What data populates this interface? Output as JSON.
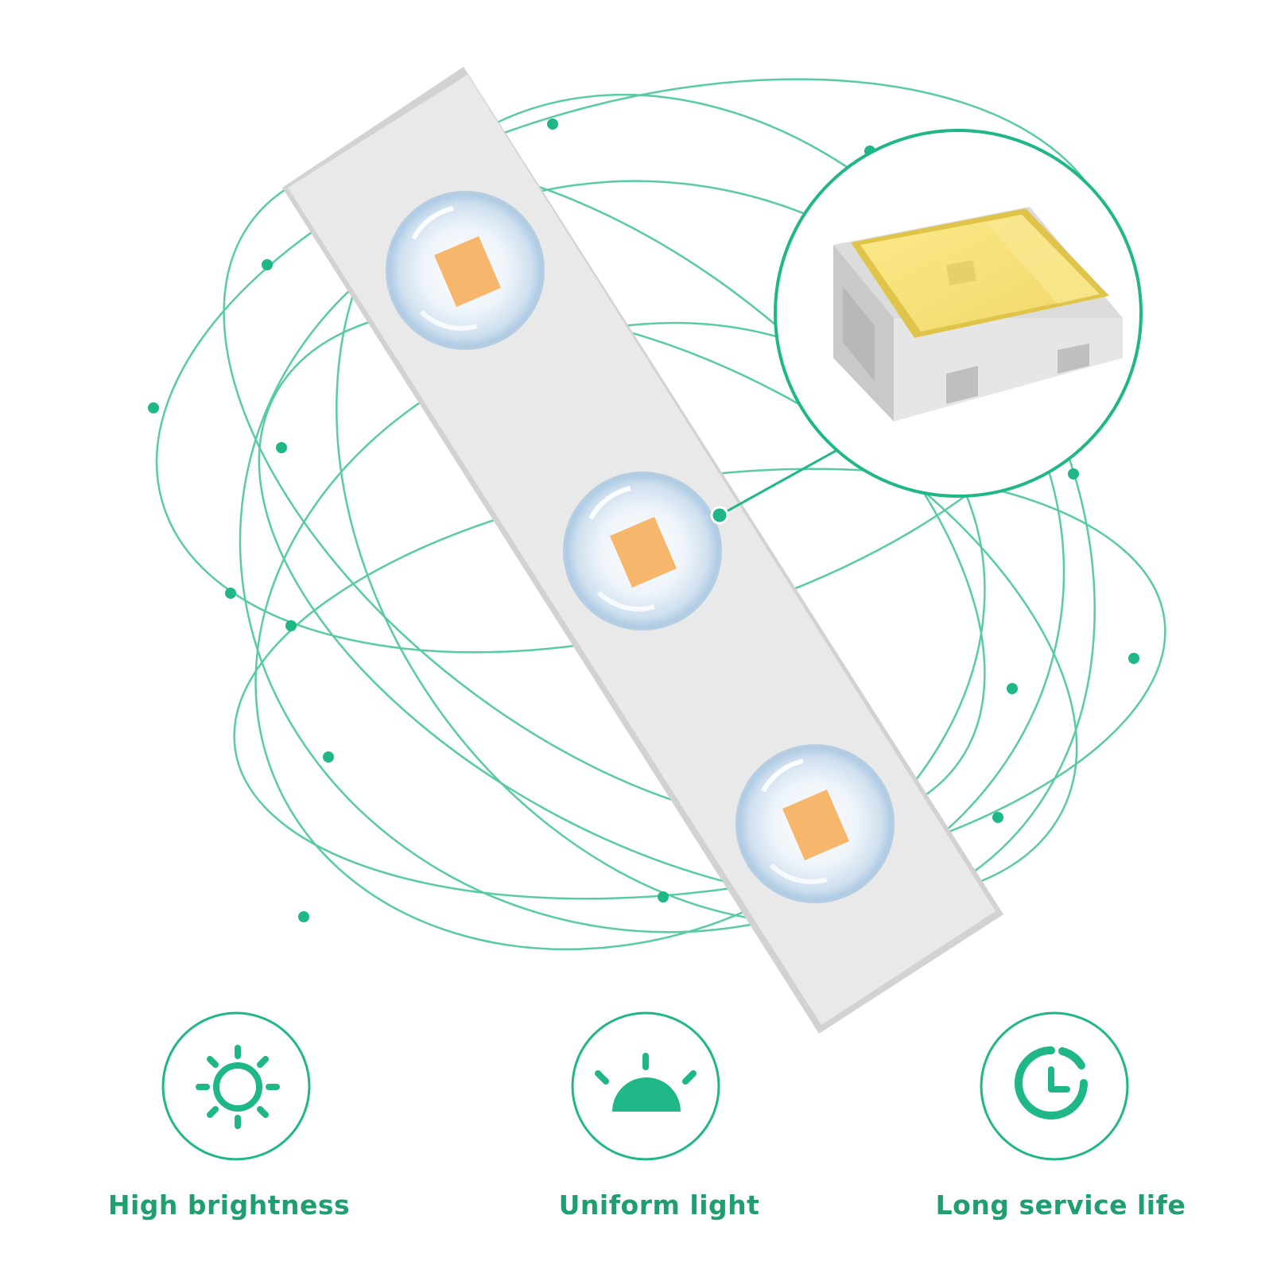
{
  "colors": {
    "accent": "#1fb787",
    "label": "#1f9e6e",
    "line": "#3cc394",
    "strip": "#e8e8e8",
    "chip": "#f6b66b",
    "lens": "#d6e6f3",
    "smd_yellow": "#f5e06e"
  },
  "features": [
    {
      "icon": "sun-icon",
      "label": "High brightness"
    },
    {
      "icon": "half-sun-icon",
      "label": "Uniform light"
    },
    {
      "icon": "clock-icon",
      "label": "Long service life"
    }
  ]
}
